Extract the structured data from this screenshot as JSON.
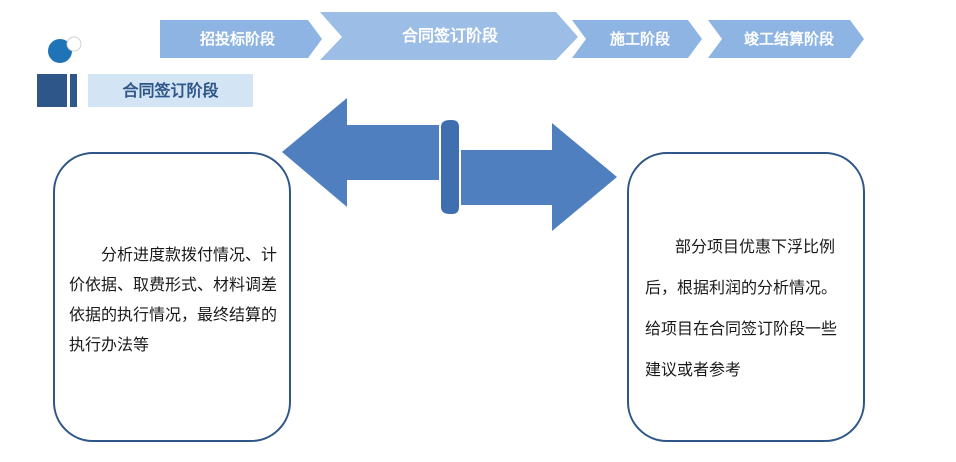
{
  "stages": [
    {
      "label": "招投标阶段",
      "active": false
    },
    {
      "label": "合同签订阶段",
      "active": true
    },
    {
      "label": "施工阶段",
      "active": false
    },
    {
      "label": "竣工结算阶段",
      "active": false
    }
  ],
  "section_header": {
    "label": "合同签订阶段"
  },
  "left_card": {
    "text": "分析进度款拨付情况、计价依据、取费形式、材料调差依据的执行情况，最终结算的执行办法等"
  },
  "right_card": {
    "text": "部分项目优惠下浮比例后，根据利润的分析情况。给项目在合同签订阶段一些建议或者参考"
  },
  "colors": {
    "stage_light": "#8db4e2",
    "stage_active": "#9cbde6",
    "arrow_blue": "#4f7fbf",
    "dark_blue": "#2f5688",
    "header_bg": "#d3e5f5"
  }
}
